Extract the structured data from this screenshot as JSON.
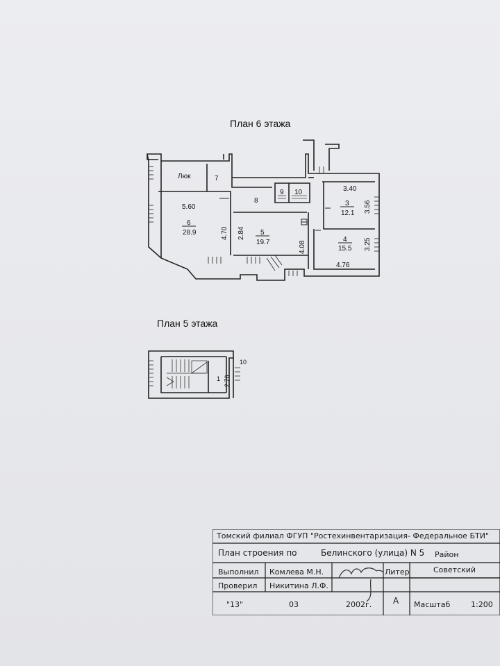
{
  "floor6": {
    "title": "План 6 этажа",
    "rooms": [
      {
        "id": "luk",
        "label": "Люк"
      },
      {
        "id": "r7",
        "label": "7"
      },
      {
        "id": "r8",
        "label": "8"
      },
      {
        "id": "r9",
        "label": "9"
      },
      {
        "id": "r10",
        "label": "10"
      },
      {
        "id": "r3",
        "number": "3",
        "area": "12.1"
      },
      {
        "id": "r4",
        "number": "4",
        "area": "15.5"
      },
      {
        "id": "r5",
        "number": "5",
        "area": "19.7"
      },
      {
        "id": "r6",
        "number": "6",
        "area": "28.9"
      }
    ],
    "dimensions": [
      "5.60",
      "4.70",
      "2.84",
      "4.08",
      "3.40",
      "3.56",
      "3.25",
      "4.76"
    ]
  },
  "floor5": {
    "title": "План 5 этажа",
    "rooms": [
      {
        "id": "r1",
        "label": "1"
      },
      {
        "id": "r10",
        "label": "10"
      }
    ],
    "dimensions": [
      "2.76"
    ]
  },
  "stamp": {
    "organization": "Томский филиал ФГУП \"Ростехинвентаризация- Федеральное БТИ\"",
    "plan_label": "План строения по",
    "address": "Белинского (улица) N 5",
    "performed_label": "Выполнил",
    "performed_name": "Комлева М.Н.",
    "checked_label": "Проверил",
    "checked_name": "Никитина Л.Ф.",
    "liter_label": "Литер",
    "liter_value": "А",
    "district_label": "Район",
    "district_value": "Советский",
    "scale_label": "Масштаб",
    "scale_value": "1:200",
    "day": "\"13\"",
    "month": "03",
    "year": "2002г."
  }
}
